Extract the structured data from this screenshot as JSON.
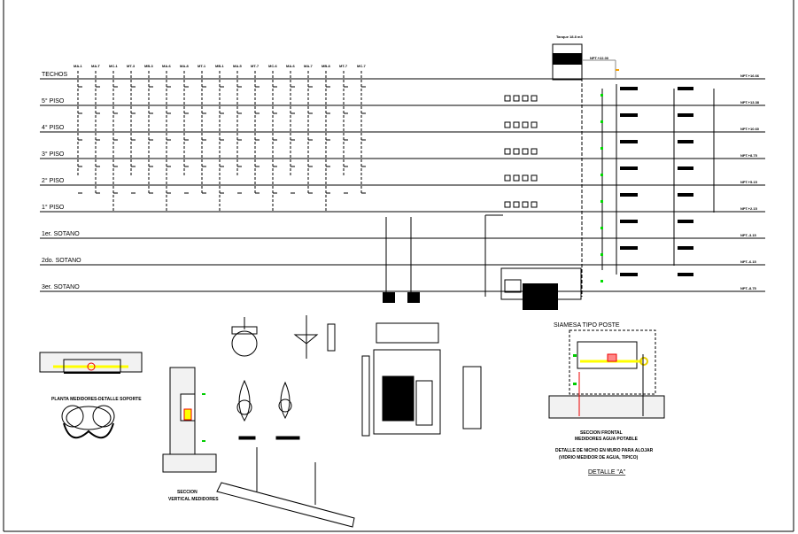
{
  "drawing": {
    "type": "plumbing riser diagram (CAD)",
    "floors": [
      {
        "label": "TECHOS",
        "level": "NPT.+16.66"
      },
      {
        "label": "5° PISO",
        "level": "NPT.+13.38"
      },
      {
        "label": "4° PISO",
        "level": "NPT.+10.60"
      },
      {
        "label": "3° PISO",
        "level": "NPT.+8.75"
      },
      {
        "label": "2° PISO",
        "level": "NPT.+5.15"
      },
      {
        "label": "1° PISO",
        "level": "NPT.+2.15"
      },
      {
        "label": "1er. SOTANO",
        "level": "NPT.-3.15"
      },
      {
        "label": "2do. SOTANO",
        "level": "NPT.-6.15"
      },
      {
        "label": "3er. SOTANO",
        "level": "NPT.-8.75"
      }
    ],
    "riser_tags": [
      "MA-1",
      "MA-T",
      "MC-1",
      "MT-3",
      "MB-3",
      "MA-6",
      "MA-8",
      "MT-1",
      "MB-1",
      "MA-5",
      "MT-7",
      "MC-6",
      "MA-6",
      "MA-7",
      "MB-8",
      "MT-7",
      "MC-7"
    ],
    "tank_label": "Tanque 18.8 m3",
    "tank_level": "NPT.+22.00",
    "details": {
      "siamesa_title": "SIAMESA TIPO POSTE",
      "siamesa_caption_1": "SECCION FRONTAL",
      "siamesa_caption_2": "MEDIDORES AGUA POTABLE",
      "nicho_caption_1": "DETALLE DE NICHO EN MURO PARA ALOJAR",
      "nicho_caption_2": "(VIDRIO MEDIDOR DE AGUA, TIPICO)",
      "detalle_label": "DETALLE \"A\"",
      "planta_caption": "PLANTA MEDIDORES-DETALLE SOPORTE",
      "seccion_caption_1": "SECCION",
      "seccion_caption_2": "VERTICAL MEDIDORES"
    }
  }
}
